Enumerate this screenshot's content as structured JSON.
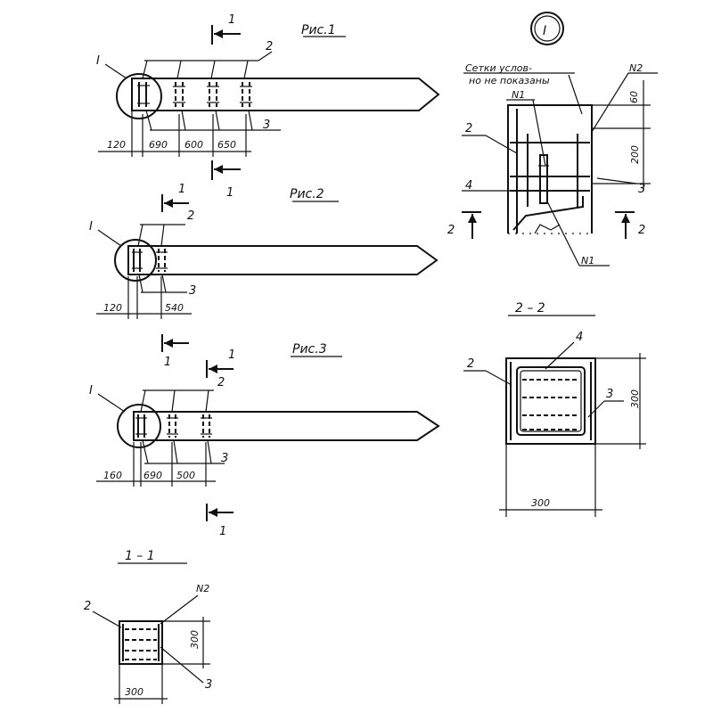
{
  "fig1": {
    "title": "Рис.1",
    "node_label": "I",
    "pos_2": "2",
    "pos_3": "3",
    "section_1": "1",
    "dims": [
      "120",
      "690",
      "600",
      "650"
    ]
  },
  "fig2": {
    "title": "Рис.2",
    "node_label": "I",
    "pos_2": "2",
    "pos_3": "3",
    "section_1": "1",
    "dims": [
      "120",
      "540"
    ]
  },
  "fig3": {
    "title": "Рис.3",
    "node_label": "I",
    "pos_2": "2",
    "pos_3": "3",
    "section_1": "1",
    "dims": [
      "160",
      "690",
      "500"
    ]
  },
  "detail_I": {
    "circle_label": "I",
    "note_line1": "Сетки услов-",
    "note_line2": "но не показаны",
    "n2": "N2",
    "n1_top": "N1",
    "n1_bottom": "N1",
    "pos_2": "2",
    "pos_3": "3",
    "pos_4": "4",
    "section_2": "2",
    "dims": [
      "60",
      "200"
    ]
  },
  "section_2_2": {
    "title": "2 – 2",
    "pos_2": "2",
    "pos_3": "3",
    "pos_4": "4",
    "width": "300",
    "height": "300"
  },
  "section_1_1": {
    "title": "1 – 1",
    "pos_2": "2",
    "pos_3": "3",
    "n2": "N2",
    "width": "300",
    "height": "300"
  }
}
